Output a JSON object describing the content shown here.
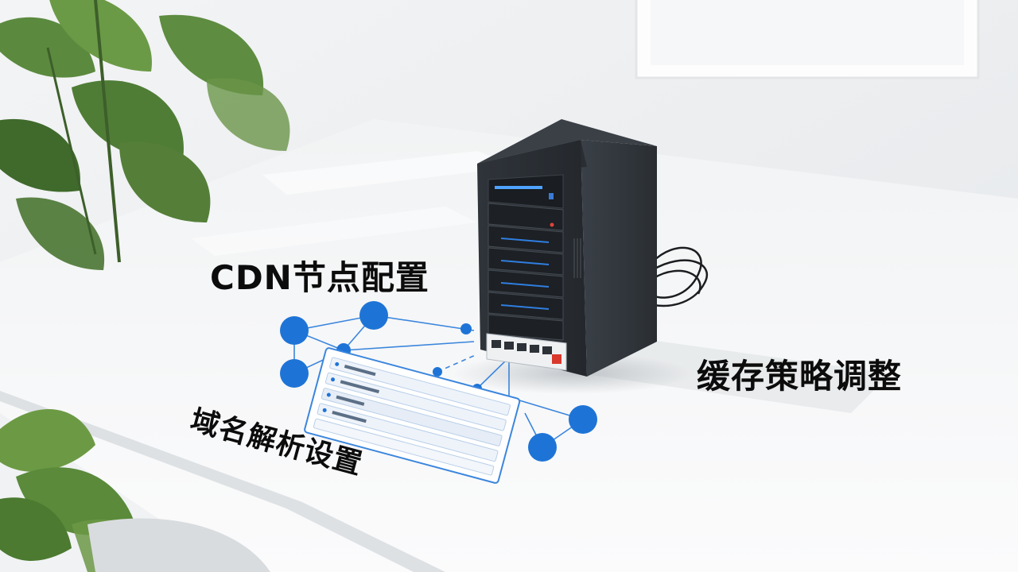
{
  "labels": {
    "cdn_node_config": "CDN节点配置",
    "cache_policy_adjust": "缓存策略调整",
    "dns_settings": "域名解析设置"
  },
  "colors": {
    "accent": "#1e74d6",
    "server_body": "#2b3036",
    "desk": "#f7f8f9",
    "plant": "#4d7a3a"
  }
}
